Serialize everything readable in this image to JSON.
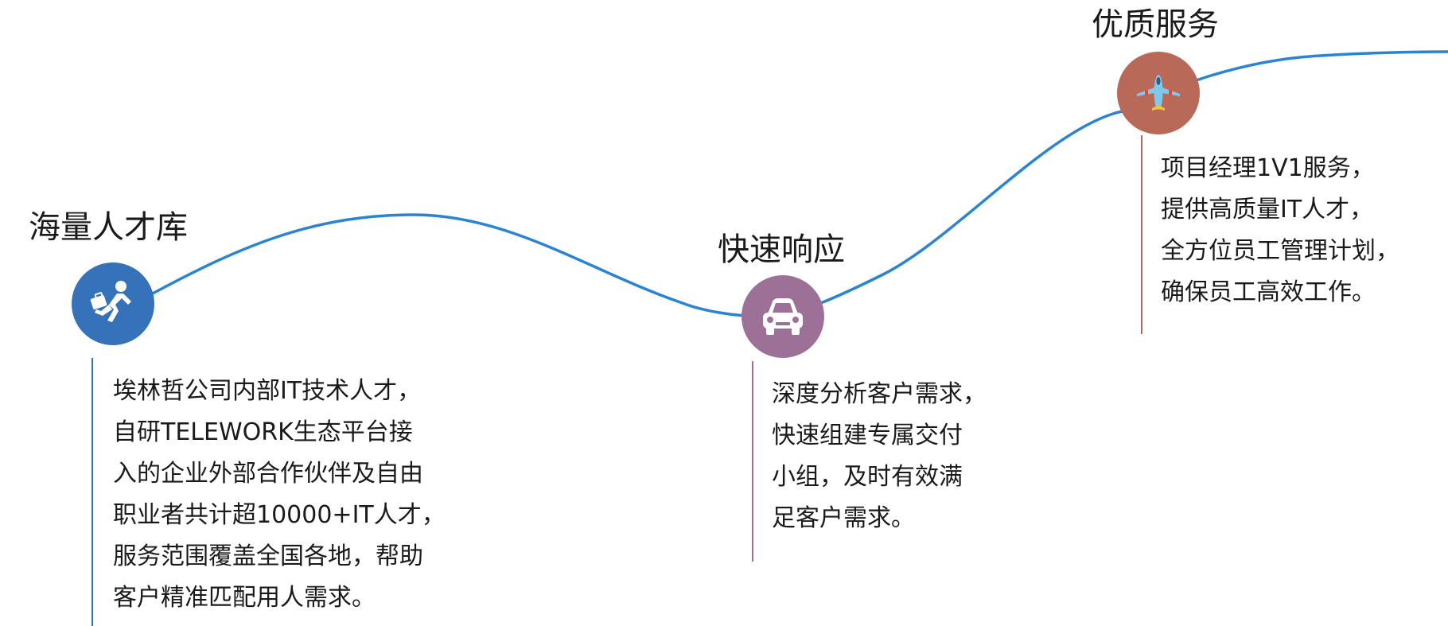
{
  "colors": {
    "curve": "#2a84d2",
    "milestone_1": "#3572b9",
    "milestone_2": "#9d7098",
    "milestone_3": "#b86957"
  },
  "milestones": [
    {
      "title": "海量人才库",
      "icon": "running-businessman-icon",
      "lines": [
        "埃林哲公司内部IT技术人才，",
        "自研TELEWORK生态平台接",
        "入的企业外部合作伙伴及自由",
        "职业者共计超10000+IT人才，",
        "服务范围覆盖全国各地，帮助",
        "客户精准匹配用人需求。"
      ]
    },
    {
      "title": "快速响应",
      "icon": "car-icon",
      "lines": [
        "深度分析客户需求，",
        "快速组建专属交付",
        "小组，及时有效满",
        "足客户需求。"
      ]
    },
    {
      "title": "优质服务",
      "icon": "airplane-icon",
      "lines": [
        "项目经理1V1服务，",
        "提供高质量IT人才，",
        "全方位员工管理计划，",
        "确保员工高效工作。"
      ]
    }
  ]
}
